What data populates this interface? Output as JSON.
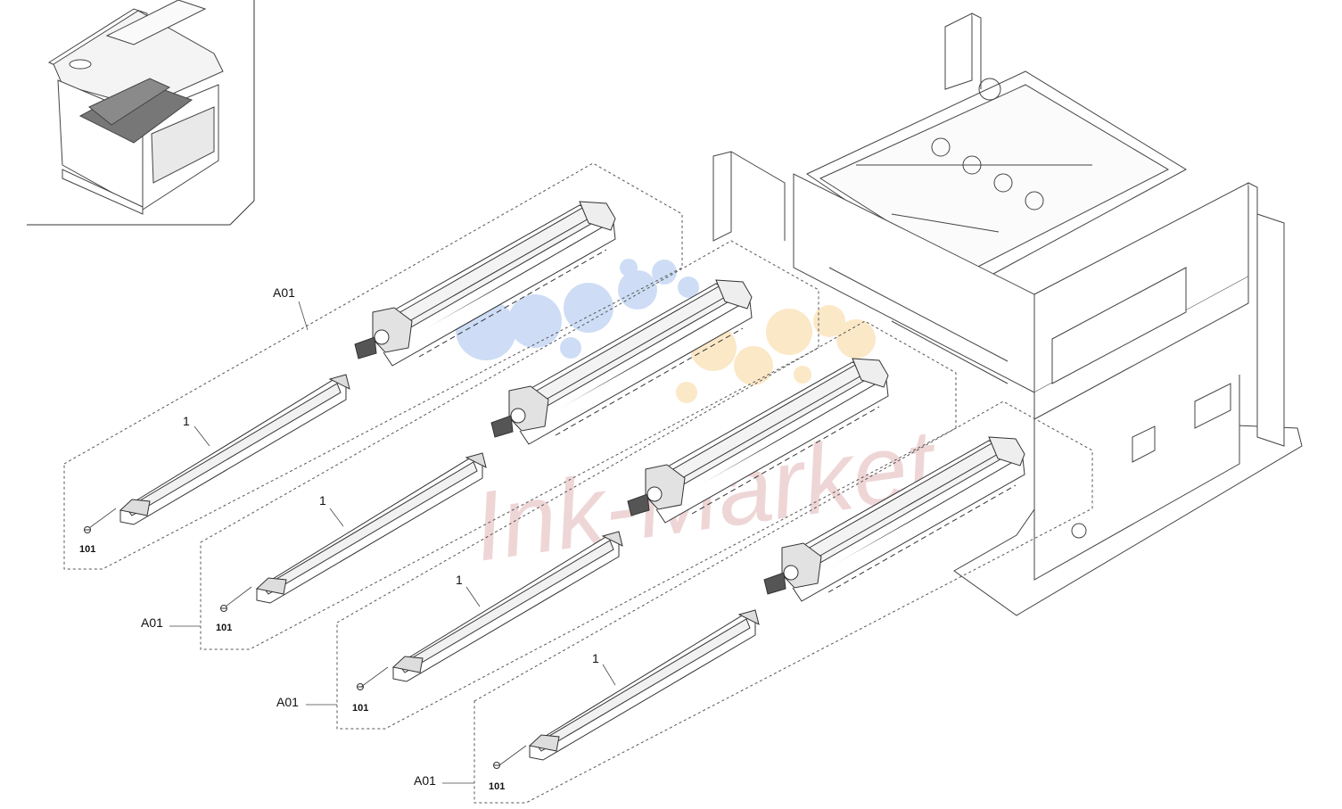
{
  "assemblies": [
    {
      "group": "A01",
      "part": "1",
      "screw": "101"
    },
    {
      "group": "A01",
      "part": "1",
      "screw": "101"
    },
    {
      "group": "A01",
      "part": "1",
      "screw": "101"
    },
    {
      "group": "A01",
      "part": "1",
      "screw": "101"
    }
  ],
  "watermark": {
    "text": "Ink-Market"
  },
  "colors": {
    "line": "#3a3a3a",
    "watermark_blue": "#c9daf5",
    "watermark_orange": "#fbe6c2",
    "watermark_text": "#e8c3c3"
  }
}
